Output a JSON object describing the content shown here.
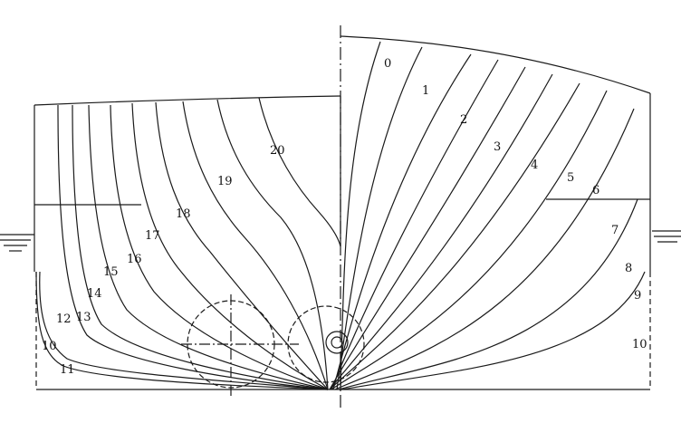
{
  "diagram": {
    "type": "ship body plan",
    "colors": {
      "ink": "#1a1a1a",
      "paper": "#ffffff"
    },
    "aft_stations": [
      "10",
      "11",
      "12",
      "13",
      "14",
      "15",
      "16",
      "17",
      "18",
      "19",
      "20"
    ],
    "fore_stations": [
      "0",
      "1",
      "2",
      "3",
      "4",
      "5",
      "6",
      "7",
      "8",
      "9",
      "10"
    ]
  }
}
